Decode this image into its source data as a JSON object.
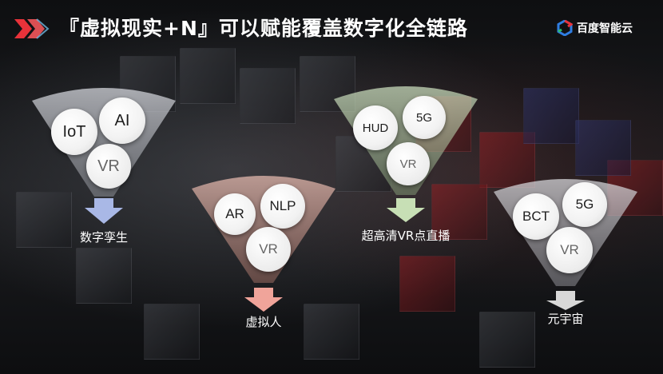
{
  "title": "『虚拟现实+N』可以赋能覆盖数字化全链路",
  "brand": {
    "name": "百度智能云"
  },
  "colors": {
    "background": "#111214",
    "logo_red": "#e8323a",
    "funnel_gray": "#b9bcc4",
    "funnel_pink": "#e8a898",
    "funnel_green": "#c4dcb4",
    "funnel_silver": "#c8c8cc",
    "arrow_blue": "#a9b8e6",
    "arrow_pink": "#f0a49a",
    "arrow_green": "#c7dfb5",
    "arrow_gray": "#d8d8d8"
  },
  "funnels": [
    {
      "id": "digital-twin",
      "labels": [
        "IoT",
        "AI",
        "VR"
      ],
      "caption": "数字孪生"
    },
    {
      "id": "virtual-human",
      "labels": [
        "AR",
        "NLP",
        "VR"
      ],
      "caption": "虚拟人"
    },
    {
      "id": "vr-live",
      "labels": [
        "HUD",
        "5G",
        "VR"
      ],
      "caption": "超高清VR点直播"
    },
    {
      "id": "metaverse",
      "labels": [
        "BCT",
        "5G",
        "VR"
      ],
      "caption": "元宇宙"
    }
  ]
}
